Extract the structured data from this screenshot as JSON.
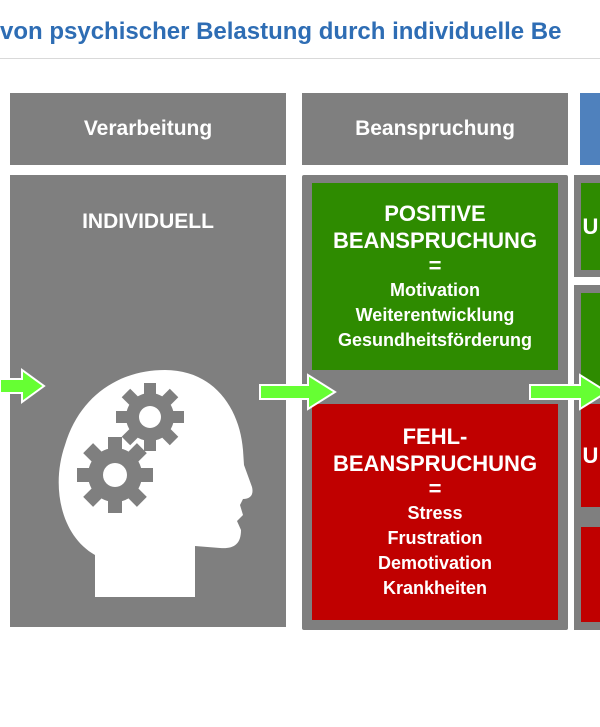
{
  "title": "von psychischer Belastung durch individuelle Be",
  "columns": {
    "verarbeitung": "Verarbeitung",
    "beanspruchung": "Beanspruchung"
  },
  "individuell": "INDIVIDUELL",
  "positive": {
    "heading_line1": "POSITIVE",
    "heading_line2": "BEANSPRUCHUNG",
    "equals": "=",
    "items": [
      "Motivation",
      "Weiterentwicklung",
      "Gesundheitsförderung"
    ]
  },
  "negative": {
    "heading_line1": "FEHL-",
    "heading_line2": "BEANSPRUCHUNG",
    "equals": "=",
    "items": [
      "Stress",
      "Frustration",
      "Demotivation",
      "Krankheiten"
    ]
  },
  "right_clip_green": "U",
  "right_clip_red": "U",
  "colors": {
    "title": "#2e6db4",
    "gray": "#7f7f7f",
    "green": "#2e8b00",
    "red": "#c00000",
    "arrow": "#66ff33",
    "blue": "#4f81bd"
  },
  "icons": [
    "head-with-gears-icon",
    "right-arrow-icon"
  ]
}
